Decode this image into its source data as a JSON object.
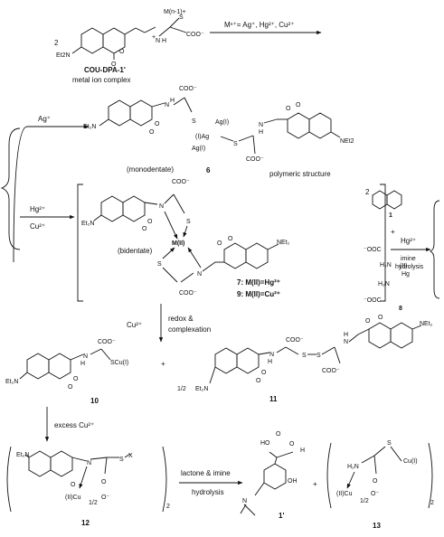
{
  "scheme": {
    "top": {
      "coefficient": "2",
      "metal_complex": "M(n-1)+",
      "ligand_charge": "+",
      "carboxylate": "COO⁻",
      "amine_group": "Et2N",
      "compound_name": "COU-DPA-1'",
      "compound_desc": "metal ion complex",
      "reagent": "Mⁿ⁺= Ag⁺, Hg²⁺, Cu²⁺"
    },
    "branch_ag": {
      "reagent": "Ag⁺",
      "mode": "(monodentate)",
      "number": "6",
      "desc": "polymeric structure",
      "ag_labels": [
        "(I)Ag",
        "Ag(I)",
        "Ag(I)"
      ],
      "net2": "NEt2"
    },
    "branch_hg_cu": {
      "reagent1": "Hg²⁺",
      "reagent2": "Cu²⁺",
      "mode": "(bidentate)",
      "metal": "M(II)",
      "label7": "7: M(II)=Hg²⁺",
      "label9": "9: M(II)=Cu²⁺",
      "hydrolysis_reagent": "Hg²⁺",
      "hydrolysis_text1": "imine",
      "hydrolysis_text2": "hydrolysis",
      "product_coeff": "2",
      "product1": "1",
      "plus": "+",
      "product8": "8",
      "hg_label": "Hg",
      "hg_ox": "(II)"
    },
    "redox": {
      "reagent": "Cu²⁺",
      "text1": "redox &",
      "text2": "complexation",
      "number10": "10",
      "number11": "11",
      "coeff11": "1/2",
      "cu_label": "SCu(I)"
    },
    "final": {
      "reagent": "excess Cu²⁺",
      "number12": "12",
      "x_label": "X",
      "cu_half": "(II)Cu",
      "half": "1/2",
      "subscript2": "2",
      "text1": "lactone & imine",
      "text2": "hydrolysis",
      "number1p": "1'",
      "plus": "+",
      "number13": "13",
      "cu13a": "Cu(I)",
      "cu13b": "(II)Cu"
    }
  }
}
